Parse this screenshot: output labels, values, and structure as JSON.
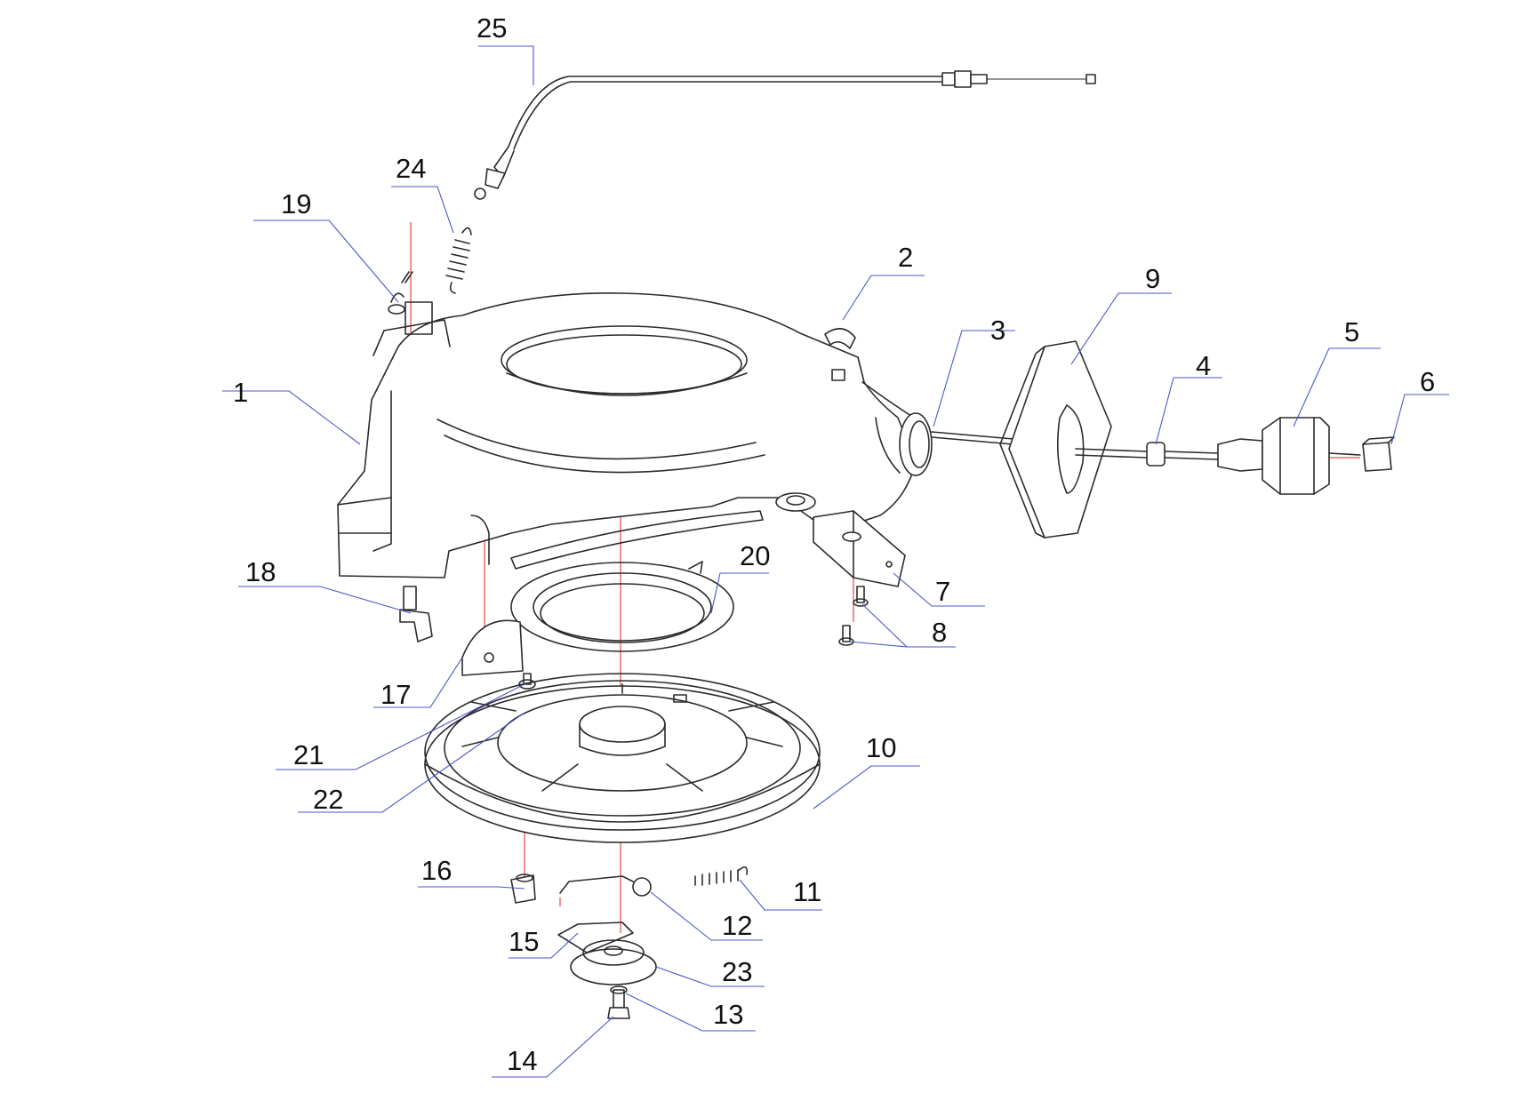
{
  "callouts": [
    {
      "id": "1",
      "label": "1"
    },
    {
      "id": "2",
      "label": "2"
    },
    {
      "id": "3",
      "label": "3"
    },
    {
      "id": "4",
      "label": "4"
    },
    {
      "id": "5",
      "label": "5"
    },
    {
      "id": "6",
      "label": "6"
    },
    {
      "id": "7",
      "label": "7"
    },
    {
      "id": "8",
      "label": "8"
    },
    {
      "id": "9",
      "label": "9"
    },
    {
      "id": "10",
      "label": "10"
    },
    {
      "id": "11",
      "label": "11"
    },
    {
      "id": "12",
      "label": "12"
    },
    {
      "id": "13",
      "label": "13"
    },
    {
      "id": "14",
      "label": "14"
    },
    {
      "id": "15",
      "label": "15"
    },
    {
      "id": "16",
      "label": "16"
    },
    {
      "id": "17",
      "label": "17"
    },
    {
      "id": "18",
      "label": "18"
    },
    {
      "id": "19",
      "label": "19"
    },
    {
      "id": "20",
      "label": "20"
    },
    {
      "id": "21",
      "label": "21"
    },
    {
      "id": "22",
      "label": "22"
    },
    {
      "id": "23",
      "label": "23"
    },
    {
      "id": "24",
      "label": "24"
    },
    {
      "id": "25",
      "label": "25"
    }
  ],
  "colors": {
    "line": "#2b2b2b",
    "assembly_axis": "#e02020",
    "leader_line": "#4a56c8",
    "background": "#ffffff"
  }
}
